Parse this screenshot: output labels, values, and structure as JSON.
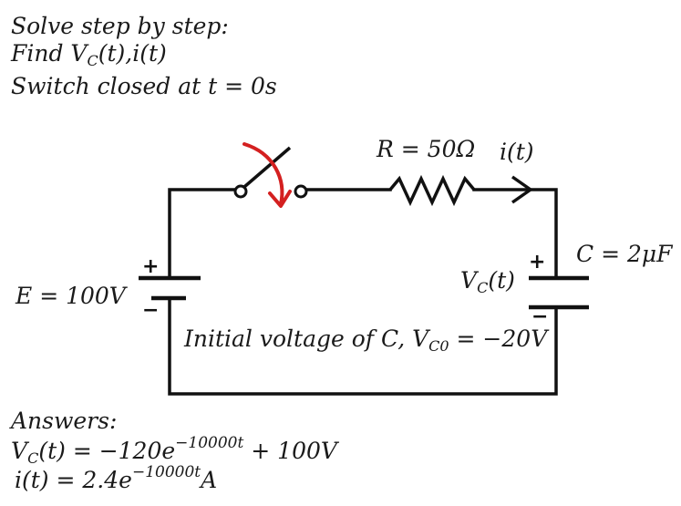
{
  "header": {
    "line1": "Solve step by step:",
    "line2_prefix": "Find ",
    "line2_vc": "V",
    "line2_vc_sub": "C",
    "line2_vc_arg": "(t),",
    "line2_i": "i(t)",
    "line3": "Switch closed at t = 0s"
  },
  "circuit": {
    "resistor_label": "R = 50Ω",
    "current_label": "i(t)",
    "capacitor_label": "C = 2μF",
    "capacitor_voltage_v": "V",
    "capacitor_voltage_sub": "C",
    "capacitor_voltage_arg": "(t)",
    "source_label": "E = 100V",
    "plus_sign": "+",
    "minus_sign": "−",
    "initial_prefix": "Initial voltage of C, V",
    "initial_sub": "C0",
    "initial_suffix": " = −20V",
    "switch_arrow_color": "#d42020",
    "wire_color": "#111111"
  },
  "answers": {
    "title": "Answers:",
    "vc_v": "V",
    "vc_sub": "C",
    "vc_mid": "(t) = −120e",
    "vc_exp": "−10000t",
    "vc_end": " + 100V",
    "i_mid": "i(t) = 2.4e",
    "i_exp": "−10000t",
    "i_end": "A"
  }
}
